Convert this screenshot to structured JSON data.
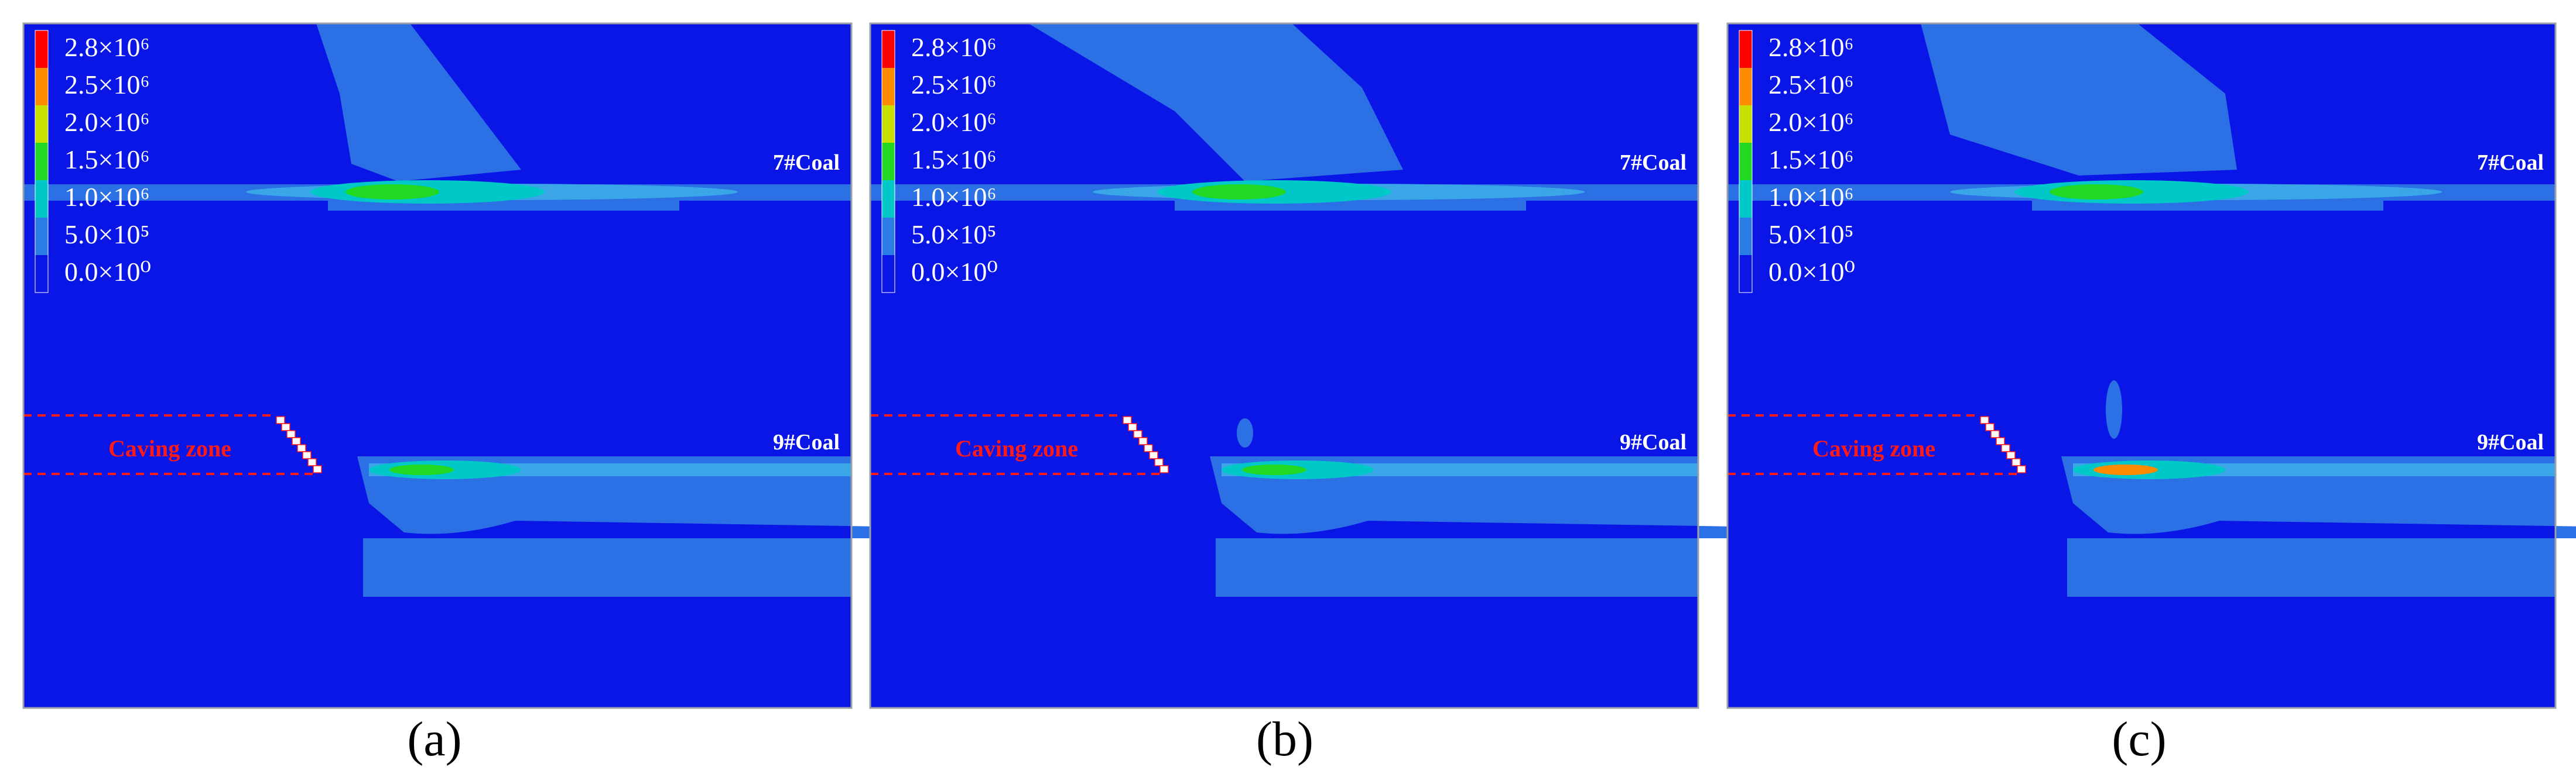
{
  "colorbar": {
    "levels": [
      {
        "label": "2.8×10⁶",
        "color": "#ff0000"
      },
      {
        "label": "2.5×10⁶",
        "color": "#ff8c00"
      },
      {
        "label": "2.0×10⁶",
        "color": "#c8e000"
      },
      {
        "label": "1.5×10⁶",
        "color": "#22d822"
      },
      {
        "label": "1.0×10⁶",
        "color": "#00c8c8"
      },
      {
        "label": "5.0×10⁵",
        "color": "#2c7ce8"
      },
      {
        "label": "0.0×10⁰",
        "color": "#0a16e6"
      }
    ]
  },
  "colors": {
    "background": "#0a16e6",
    "low_zone": "#2c70e6",
    "mid_zone": "#00c8c8",
    "high_zone": "#22d822",
    "peak_zone": "#ff8c00",
    "caving_line": "#ff1a1a"
  },
  "labels": {
    "coal_upper": "7#Coal",
    "coal_lower": "9#Coal",
    "caving_zone": "Caving zone"
  },
  "panels": [
    {
      "label": "(a)"
    },
    {
      "label": "(b)"
    },
    {
      "label": "(c)"
    }
  ]
}
